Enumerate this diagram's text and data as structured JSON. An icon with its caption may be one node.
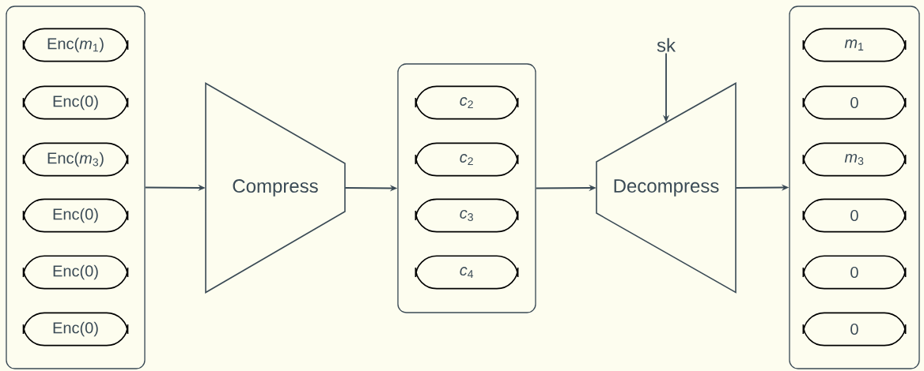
{
  "diagram": {
    "nodes": [
      {
        "text": [],
        "shape": "box"
      },
      {
        "text": [
          "Enc(*m*$_{1}$)"
        ],
        "in": 0
      },
      {
        "text": [
          "Enc(0)"
        ],
        "in": 0
      },
      {
        "text": [
          "Enc(*m*$_{3}$)"
        ],
        "in": 0
      },
      {
        "text": [
          "Enc(0)"
        ],
        "in": 0
      },
      {
        "text": [
          "Enc(0)"
        ],
        "in": 0
      },
      {
        "text": [
          "Enc(0)"
        ],
        "in": 0
      },
      {
        "text": [
          "Compress"
        ]
      },
      {
        "text": [],
        "shape": "box"
      },
      {
        "text": [
          "*c*$_{2}$"
        ],
        "in": 8
      },
      {
        "text": [
          "*c*$_{2}$"
        ],
        "in": 8
      },
      {
        "text": [
          "*c*$_{3}$"
        ],
        "in": 8
      },
      {
        "text": [
          "*c*$_{4}$"
        ],
        "in": 8
      },
      {
        "text": [
          "Decompress"
        ]
      },
      {
        "text": [
          "sk"
        ]
      },
      {
        "text": [],
        "shape": "box"
      },
      {
        "text": [
          "*m*$_{1}$"
        ],
        "in": 15
      },
      {
        "text": [
          "0"
        ],
        "in": 15
      },
      {
        "text": [
          "*m*$_{3}$"
        ],
        "in": 15
      },
      {
        "text": [
          "0"
        ],
        "in": 15
      },
      {
        "text": [
          "0"
        ],
        "in": 15
      },
      {
        "text": [
          "0"
        ],
        "in": 15
      }
    ],
    "edges": [
      {
        "from": 0,
        "to": 7,
        "arrow": "to"
      },
      {
        "from": 7,
        "to": 8,
        "arrow": "to"
      },
      {
        "from": 8,
        "to": 13,
        "arrow": "to"
      },
      {
        "from": 13,
        "to": 15,
        "arrow": "to"
      },
      {
        "from": 14,
        "to": 13,
        "arrow": "to"
      }
    ]
  }
}
